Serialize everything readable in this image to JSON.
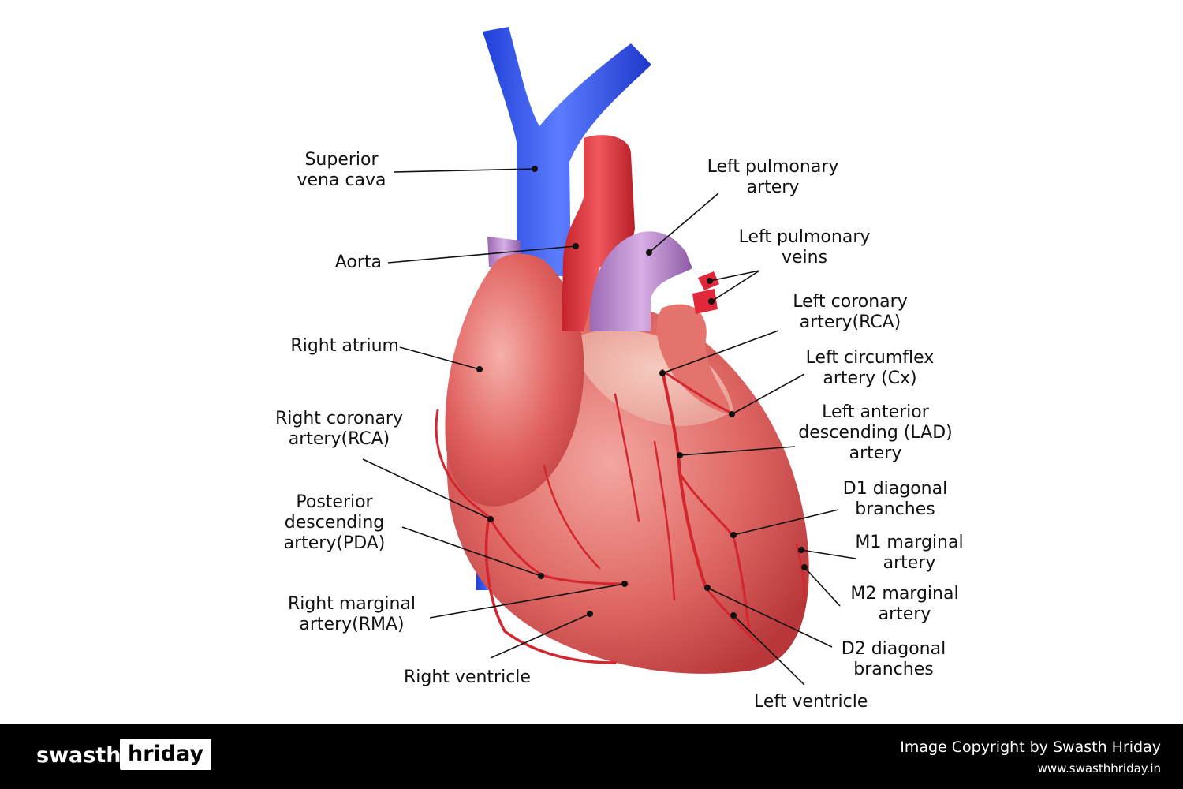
{
  "labels": {
    "superior_vena_cava": "Superior\nvena cava",
    "aorta": "Aorta",
    "right_atrium": "Right atrium",
    "right_coronary_artery": "Right coronary\nartery(RCA)",
    "posterior_descending_artery": "Posterior\ndescending\nartery(PDA)",
    "right_marginal_artery": "Right marginal\nartery(RMA)",
    "right_ventricle": "Right ventricle",
    "left_pulmonary_artery": "Left pulmonary\nartery",
    "left_pulmonary_veins": "Left pulmonary\nveins",
    "left_coronary_artery": "Left coronary\nartery(RCA)",
    "left_circumflex_artery": "Left circumflex\nartery (Cx)",
    "left_anterior_descending": "Left anterior\ndescending (LAD)\nartery",
    "d1_diagonal": "D1 diagonal\nbranches",
    "m1_marginal": "M1 marginal\nartery",
    "m2_marginal": "M2 marginal\nartery",
    "d2_diagonal": "D2 diagonal\nbranches",
    "left_ventricle": "Left ventricle"
  },
  "footer": {
    "brand_part1": "swasth",
    "brand_part2": "hriday",
    "copyright": "Image Copyright by Swasth Hriday",
    "url": "www.swasthhriday.in"
  },
  "colors": {
    "vein_blue": "#2a4fe6",
    "artery_red": "#d8323a",
    "heart_red": "#e06a66",
    "pulmonary_purple": "#b27fc4",
    "footer_bg": "#000000"
  }
}
